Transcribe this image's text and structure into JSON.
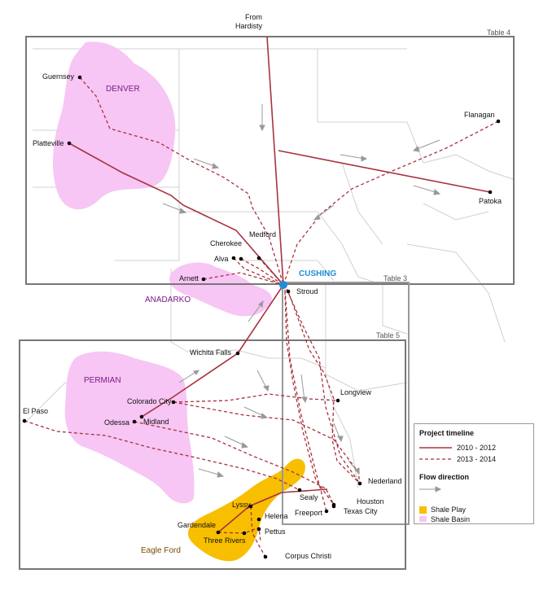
{
  "colors": {
    "pipeline": "#a8323e",
    "shale_basin": "#f7c6f4",
    "shale_play": "#f8be00",
    "hub": "#1e8fd6",
    "state_border": "#d0d0d0",
    "box": "#777777"
  },
  "tables": {
    "t3": "Table 3",
    "t4": "Table 4",
    "t5": "Table 5"
  },
  "origin_label": {
    "line1": "From",
    "line2": "Hardisty"
  },
  "hub": "CUSHING",
  "basins": {
    "denver": "DENVER",
    "anadarko": "ANADARKO",
    "permian": "PERMIAN"
  },
  "play": "Eagle Ford",
  "places": {
    "guernsey": "Guernsey",
    "platteville": "Platteville",
    "flanagan": "Flanagan",
    "patoka": "Patoka",
    "medford": "Medford",
    "cherokee": "Cherokee",
    "alva": "Alva",
    "arnett": "Arnett",
    "stroud": "Stroud",
    "wichita_falls": "Wichita Falls",
    "colorado_city": "Colorado City",
    "midland": "Midland",
    "odessa": "Odessa",
    "el_paso": "El Paso",
    "longview": "Longview",
    "nederland": "Nederland",
    "houston": "Houston",
    "texas_city": "Texas City",
    "freeport": "Freeport",
    "sealy": "Sealy",
    "lyssy": "Lyssy",
    "gardendale": "Gardendale",
    "helena": "Helena",
    "three_rivers": "Three Rivers",
    "pettus": "Pettus",
    "corpus_christi": "Corpus Christi"
  },
  "legend": {
    "title": "Project timeline",
    "solid": "2010 - 2012",
    "dashed": "2013 - 2014",
    "flow": "Flow direction",
    "play": "Shale Play",
    "basin": "Shale Basin"
  }
}
